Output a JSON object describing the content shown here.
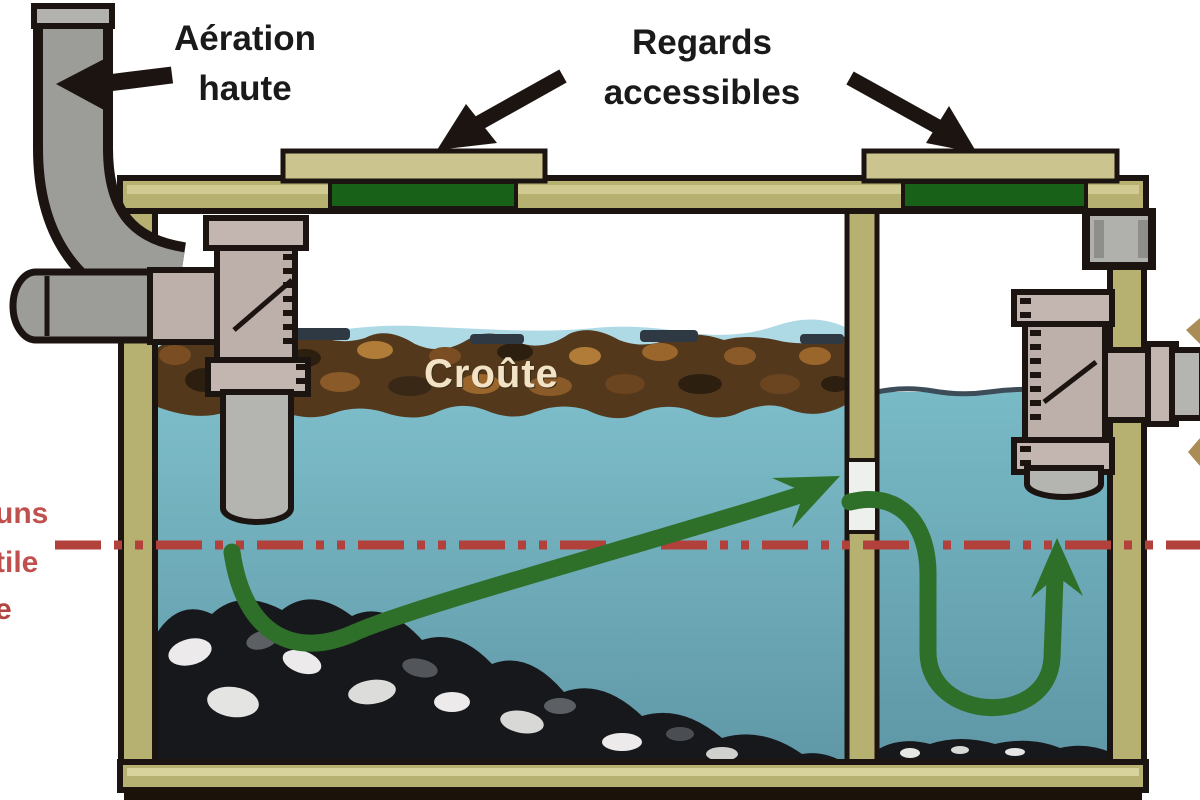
{
  "labels": {
    "aeration": "Aération\nhaute",
    "access_hatches": "Regards\naccessibles",
    "crust": "Croûte"
  },
  "edge_fragments": {
    "left": [
      "uns",
      "tile",
      "e"
    ]
  },
  "colors": {
    "structure_khaki": "#b6b171",
    "structure_highlight": "#d8d29c",
    "slab_khaki": "#cbc48e",
    "cover_green": "#176119",
    "water_teal_light": "#7cbcc8",
    "water_teal_deep": "#5f97a6",
    "surface_blue": "#aedae6",
    "surface_line": "#3c4c58",
    "crust_brown": "#53381c",
    "sludge_black": "#17181b",
    "pipe_gray": "#9c9c98",
    "fitting_gray": "#bdb0aa",
    "collar_gray": "#c3b6b0",
    "flow_arrow_green": "#2e7029",
    "level_line_red": "#b2413c",
    "fragment_red": "#c0504d",
    "crust_text": "#f3e3c6",
    "outline_black": "#1b1410",
    "annotation_black": "#1b1410"
  }
}
